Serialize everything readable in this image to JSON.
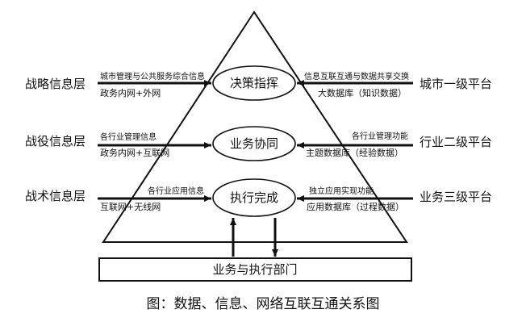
{
  "left_levels": [
    {
      "label": "战略信息层"
    },
    {
      "label": "战役信息层"
    },
    {
      "label": "战术信息层"
    }
  ],
  "right_platforms": [
    {
      "label": "城市一级平台"
    },
    {
      "label": "行业二级平台"
    },
    {
      "label": "业务三级平台"
    }
  ],
  "center_nodes": [
    {
      "label": "决策指挥"
    },
    {
      "label": "业务协同"
    },
    {
      "label": "执行完成"
    }
  ],
  "left_arrow_labels": [
    {
      "top": "城市管理与公共服务综合信息",
      "bottom": "政务内网+外网"
    },
    {
      "top": "各行业管理信息",
      "bottom": "政务内网+互联网"
    },
    {
      "top": "各行业应用信息",
      "bottom": "互联网+无线网"
    }
  ],
  "right_arrow_labels": [
    {
      "top": "信息互联互通与数据共享交换",
      "bottom": "大数据库（知识数据）"
    },
    {
      "top": "各行业管理功能",
      "bottom": "主题数据库（经验数据）"
    },
    {
      "top": "独立应用实现功能",
      "bottom": "应用数据库（过程数据）"
    }
  ],
  "bottom_box": {
    "label": "业务与执行部门"
  },
  "caption": "图：数据、信息、网络互联互通关系图"
}
